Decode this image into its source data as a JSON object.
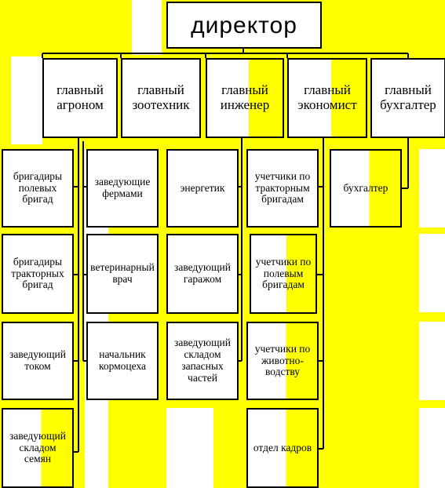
{
  "director": {
    "label": "директор"
  },
  "heads": [
    {
      "label": "главный агроном"
    },
    {
      "label": "главный зоотехник"
    },
    {
      "label": "главный инженер"
    },
    {
      "label": "главный экономист"
    },
    {
      "label": "главный бухгалтер"
    }
  ],
  "agronom_subs": [
    {
      "label": "бригадиры полевых бригад"
    },
    {
      "label": "бригадиры тракторных бригад"
    },
    {
      "label": "заведующий током"
    },
    {
      "label": "заведующий складом семян"
    }
  ],
  "zootech_subs": [
    {
      "label": "заведующие фермами"
    },
    {
      "label": "ветеринарный врач"
    },
    {
      "label": "начальник кормоцеха"
    }
  ],
  "engineer_subs": [
    {
      "label": "энергетик"
    },
    {
      "label": "заведующий гаражом"
    },
    {
      "label": "заведующий складом запасных частей"
    }
  ],
  "economist_subs": [
    {
      "label": "учетчики по тракторным бригадам"
    },
    {
      "label": "учетчики по полевым бригадам"
    },
    {
      "label": "учетчики по животно-водству"
    },
    {
      "label": "отдел кадров"
    }
  ],
  "accountant_subs": [
    {
      "label": "бухгалтер"
    }
  ],
  "colors": {
    "background": "#ffff00",
    "box": "#ffffff",
    "line": "#000000"
  }
}
